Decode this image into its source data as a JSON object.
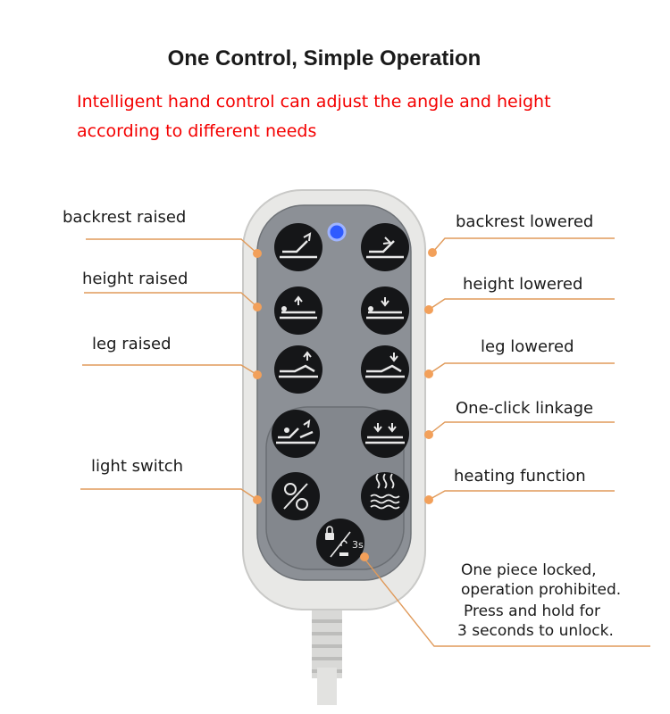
{
  "header": {
    "title": "One Control, Simple Operation",
    "subtitle_line1": "Intelligent hand control can adjust the angle and height",
    "subtitle_line2": "according to different needs"
  },
  "labels": {
    "backrest_raised": "backrest raised",
    "backrest_lowered": "backrest lowered",
    "height_raised": "height raised",
    "height_lowered": "height lowered",
    "leg_raised": "leg raised",
    "leg_lowered": "leg lowered",
    "one_click_linkage": "One-click linkage",
    "light_switch": "light switch",
    "heating_function": "heating function"
  },
  "lock_note": {
    "line1": "One piece locked,",
    "line2": "operation prohibited.",
    "line3": "Press and hold for",
    "line4": "3 seconds to unlock."
  },
  "remote": {
    "lock_key_text": "3s",
    "indicator_color": "#2f5bff",
    "body_color": "#e8e8e6",
    "panel_color": "#8c9096",
    "button_color": "#151618",
    "leader_color": "#e09a5a"
  }
}
